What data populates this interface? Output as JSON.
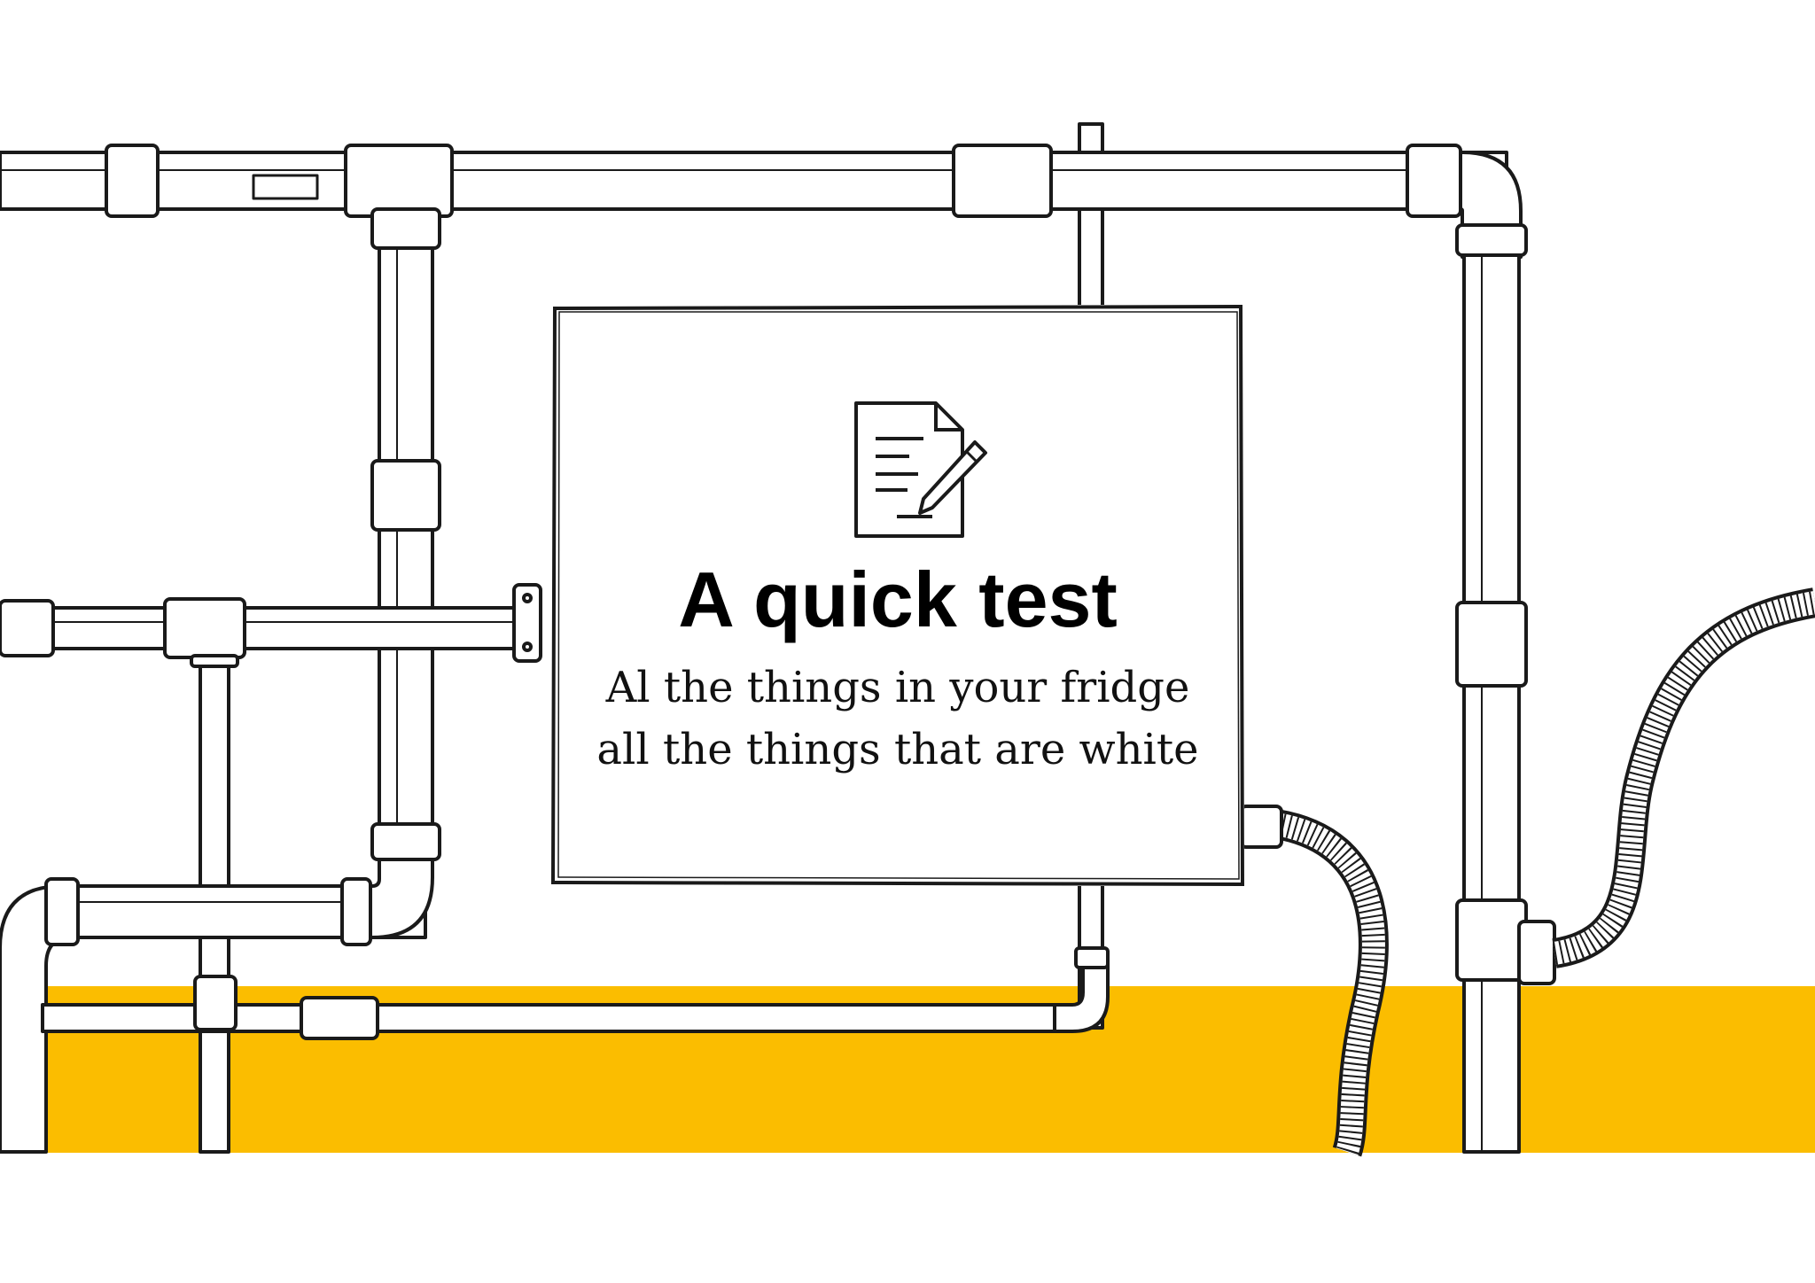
{
  "slide": {
    "title": "A quick test",
    "line1": "Al the things in your fridge",
    "line2": "all the things that are white"
  },
  "colors": {
    "accent_band": "#fbbd00",
    "ink": "#1a1a1a",
    "pipe_fill": "#ffffff"
  },
  "icons": [
    "document-pencil-icon"
  ]
}
